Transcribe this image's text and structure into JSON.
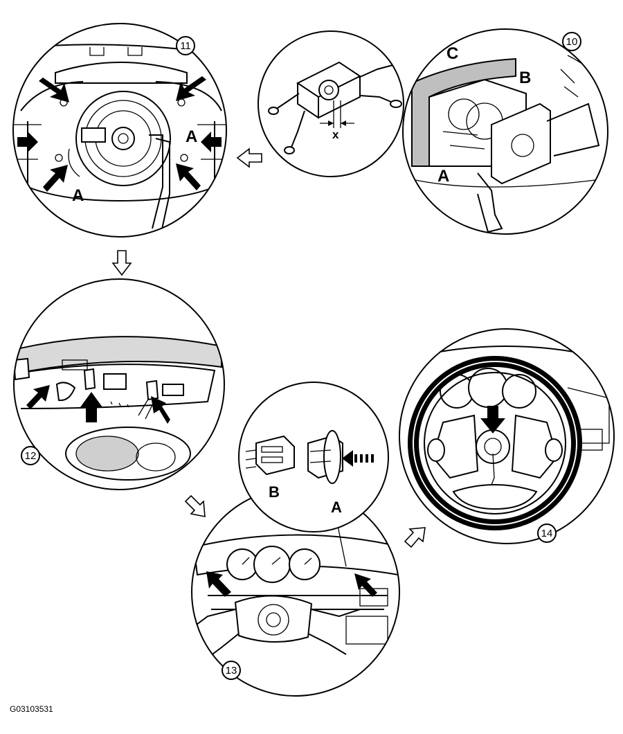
{
  "figure": {
    "reference_code": "G03103531",
    "steps": [
      {
        "number": "10",
        "labels": [
          "C",
          "B",
          "A"
        ]
      },
      {
        "number": "11",
        "labels": [
          "A",
          "A"
        ]
      },
      {
        "number": "12",
        "labels": []
      },
      {
        "number": "13",
        "labels": [
          "B",
          "A"
        ]
      },
      {
        "number": "14",
        "labels": []
      }
    ],
    "detail_dimension_label": "x"
  },
  "colors": {
    "line": "#000000",
    "shade": "#bfbfbf",
    "background": "#ffffff"
  },
  "icons": [
    "hollow-flow-arrow",
    "solid-push-arrow",
    "dashed-push-arrow"
  ]
}
